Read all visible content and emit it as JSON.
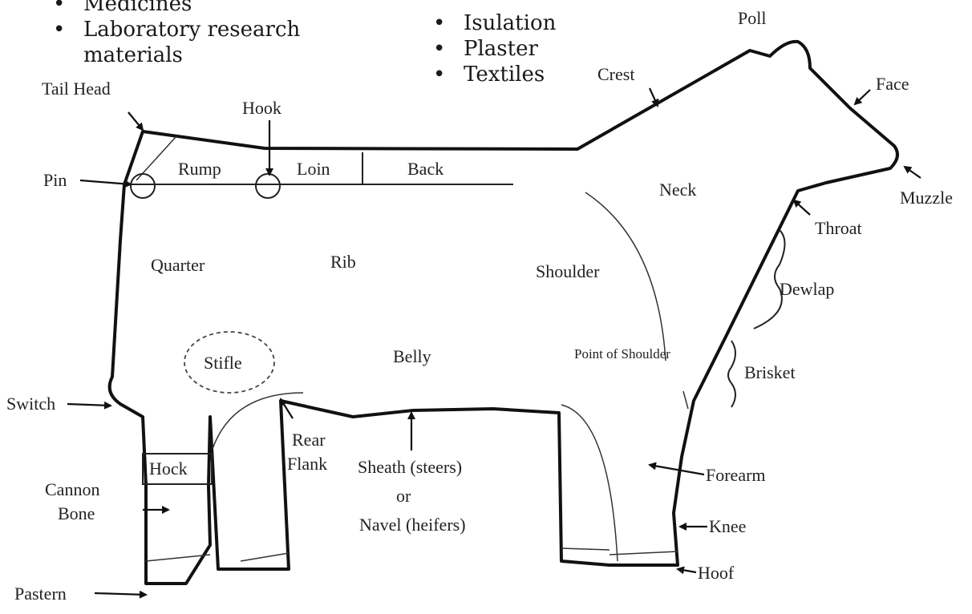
{
  "bullets_left": [
    "Medicines",
    "Laboratory research",
    "materials"
  ],
  "bullets_right": [
    "Isulation",
    "Plaster",
    "Textiles"
  ],
  "labels": {
    "tail_head": "Tail Head",
    "hook": "Hook",
    "pin": "Pin",
    "rump": "Rump",
    "loin": "Loin",
    "back": "Back",
    "poll": "Poll",
    "crest": "Crest",
    "face": "Face",
    "muzzle": "Muzzle",
    "neck": "Neck",
    "throat": "Throat",
    "quarter": "Quarter",
    "rib": "Rib",
    "shoulder": "Shoulder",
    "dewlap": "Dewlap",
    "stifle": "Stifle",
    "belly": "Belly",
    "point_of_shoulder": "Point of Shoulder",
    "brisket": "Brisket",
    "switch": "Switch",
    "rear_flank_1": "Rear",
    "rear_flank_2": "Flank",
    "sheath_1": "Sheath (steers)",
    "sheath_2": "or",
    "sheath_3": "Navel (heifers)",
    "hock": "Hock",
    "forearm": "Forearm",
    "cannon_1": "Cannon",
    "cannon_2": "Bone",
    "knee": "Knee",
    "hoof": "Hoof",
    "pastern": "Pastern"
  }
}
